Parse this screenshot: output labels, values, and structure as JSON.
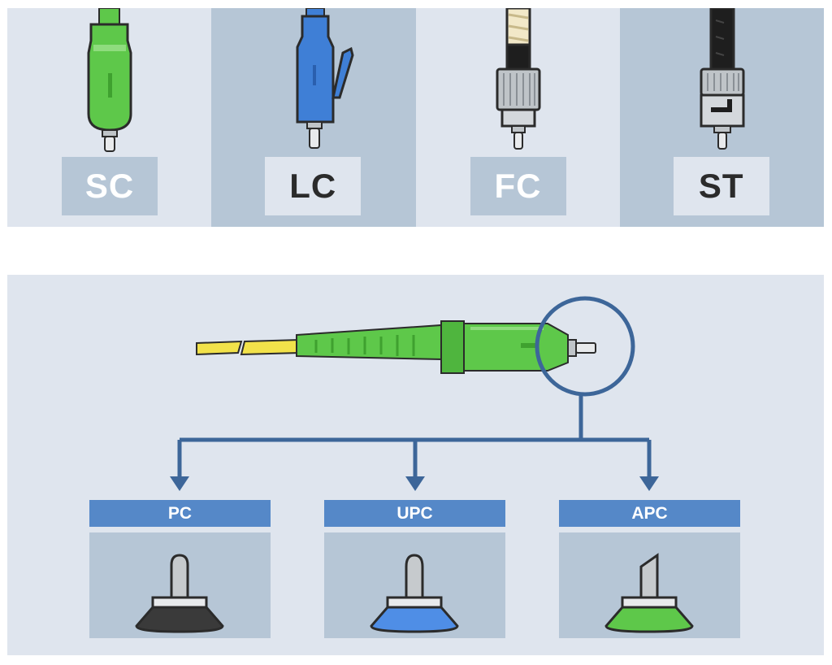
{
  "connectors": [
    {
      "label": "SC",
      "icon": "sc-connector-icon",
      "body_color": "#5ec84a",
      "bg": "#dfe5ee",
      "label_bg": "#b6c6d6",
      "label_color": "#ffffff"
    },
    {
      "label": "LC",
      "icon": "lc-connector-icon",
      "body_color": "#3f7fd6",
      "bg": "#b6c6d6",
      "label_bg": "#dfe5ee",
      "label_color": "#2b2b2b"
    },
    {
      "label": "FC",
      "icon": "fc-connector-icon",
      "body_color": "#bfc4c8",
      "bg": "#dfe5ee",
      "label_bg": "#b6c6d6",
      "label_color": "#ffffff"
    },
    {
      "label": "ST",
      "icon": "st-connector-icon",
      "body_color": "#bfc4c8",
      "bg": "#b6c6d6",
      "label_bg": "#dfe5ee",
      "label_color": "#2b2b2b"
    }
  ],
  "polish_types": [
    {
      "label": "PC",
      "icon": "pc-ferrule-icon",
      "base_color": "#3a3a3a"
    },
    {
      "label": "UPC",
      "icon": "upc-ferrule-icon",
      "base_color": "#4f8ee6"
    },
    {
      "label": "APC",
      "icon": "apc-ferrule-icon",
      "base_color": "#5ec84a"
    }
  ],
  "colors": {
    "arrow": "#3d6699",
    "header": "#5588c8",
    "cable": "#f2e24a",
    "sc_green": "#5ec84a"
  }
}
